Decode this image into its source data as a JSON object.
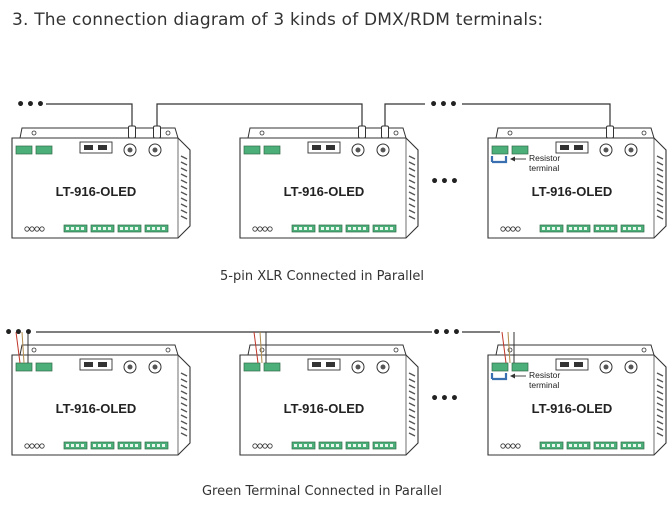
{
  "heading": "3. The connection diagram of 3 kinds  of  DMX/RDM terminals:",
  "device_label": "LT-916-OLED",
  "ellipsis": "•••",
  "resistor_label_line1": "Resistor",
  "resistor_label_line2": "terminal",
  "rows": [
    {
      "caption": "5-pin XLR Connected in Parallel"
    },
    {
      "caption": "Green Terminal Connected in Parallel"
    }
  ],
  "colors": {
    "outline": "#333333",
    "terminal_green": "#4caf7a",
    "resistor_blue": "#3a6fb0",
    "wire_red": "#c0392b",
    "wire_tan": "#b08a4a"
  }
}
